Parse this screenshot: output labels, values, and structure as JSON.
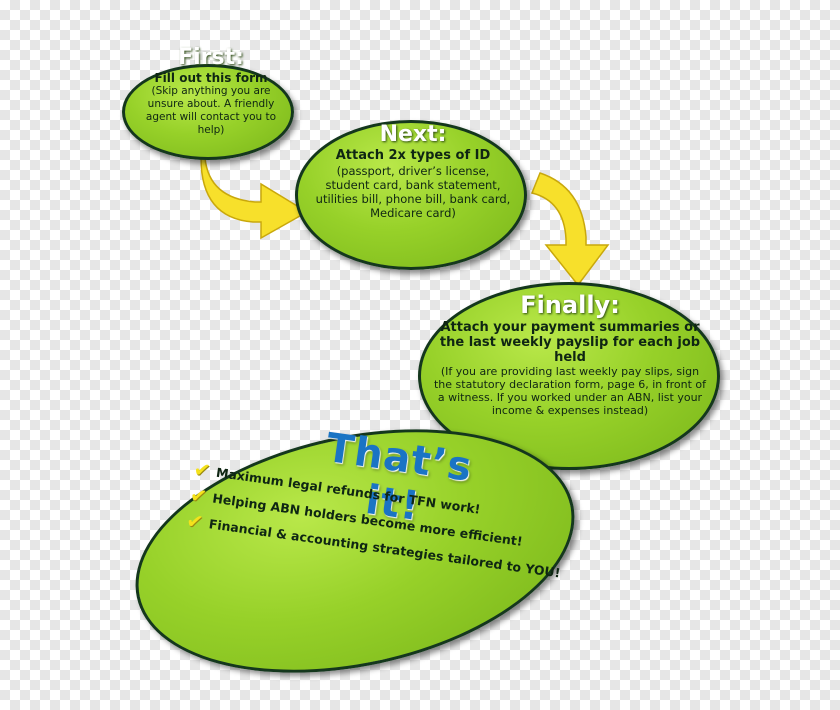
{
  "colors": {
    "oval_fill": "#97d129",
    "oval_border": "#14371d",
    "arrow_fill": "#f7e02b",
    "heading_text": "#ffffff",
    "final_title": "#1a74c4",
    "check_mark": "#f5e21c"
  },
  "steps": [
    {
      "heading": "First:",
      "bold": "Fill out this form",
      "detail": "(Skip anything you are unsure about. A friendly agent will contact you to help)"
    },
    {
      "heading": "Next:",
      "bold": "Attach 2x types of ID",
      "detail": "(passport, driver’s license, student card, bank statement, utilities bill, phone bill, bank card, Medicare card)"
    },
    {
      "heading": "Finally:",
      "bold": "Attach your payment summaries or the last weekly payslip for each job held",
      "detail": "(If you are providing last weekly pay slips, sign the statutory declaration form, page 6, in front of a witness. If you worked under an ABN, list your income & expenses instead)"
    }
  ],
  "final": {
    "title": "That’s it!",
    "check_icon": "check-icon",
    "benefits": [
      "Maximum legal refunds for TFN work!",
      "Helping ABN holders become more efficient!",
      "Financial & accounting strategies tailored to YOU!"
    ]
  }
}
